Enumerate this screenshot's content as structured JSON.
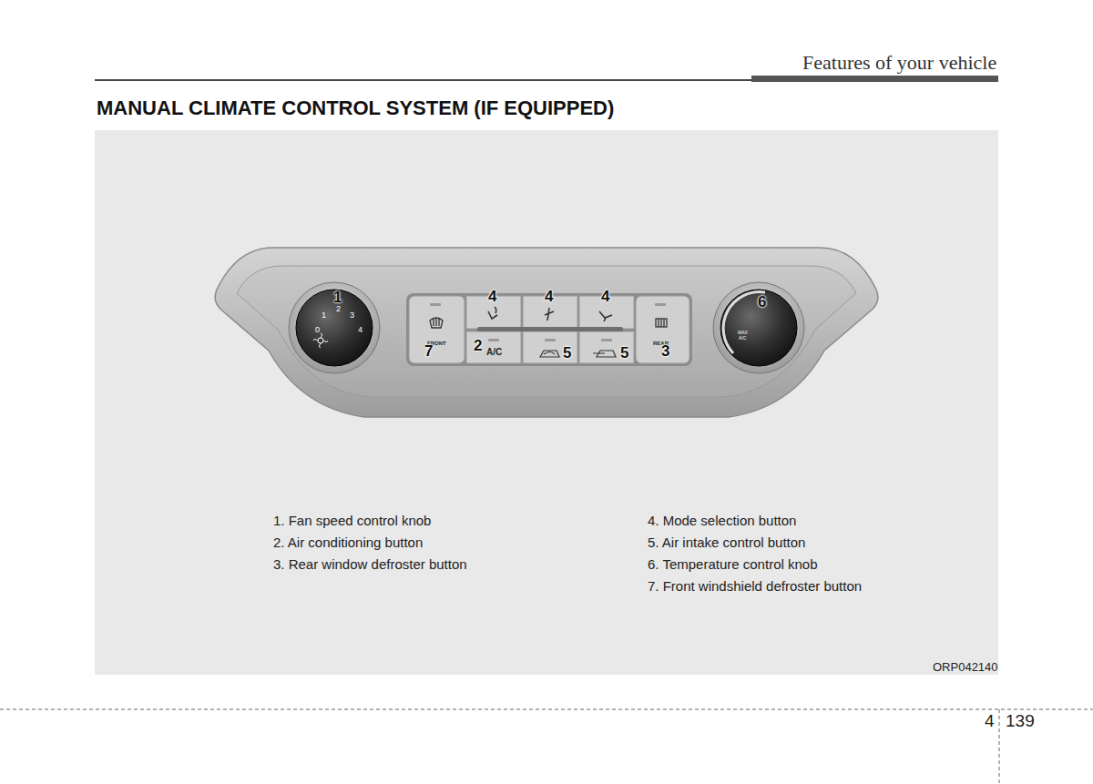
{
  "diagram": {
    "title": "MANUAL CLIMATE CONTROL SYSTEM (IF EQUIPPED)",
    "labels": [
      "Features of your vehicle",
      "1",
      "0",
      "1",
      "2",
      "3",
      "4",
      "4",
      "4",
      "4",
      "FRONT",
      "7",
      "A/C",
      "2",
      "5",
      "5",
      "REAR",
      "3",
      "6",
      "MAX",
      "A/C",
      "1. Fan speed control knob",
      "2. Air conditioning button",
      "3. Rear window defroster button",
      "4. Mode selection button",
      "5. Air intake control button",
      "6. Temperature control knob",
      "7. Front windshield defroster button",
      "ORP042140",
      "4",
      "139"
    ]
  }
}
